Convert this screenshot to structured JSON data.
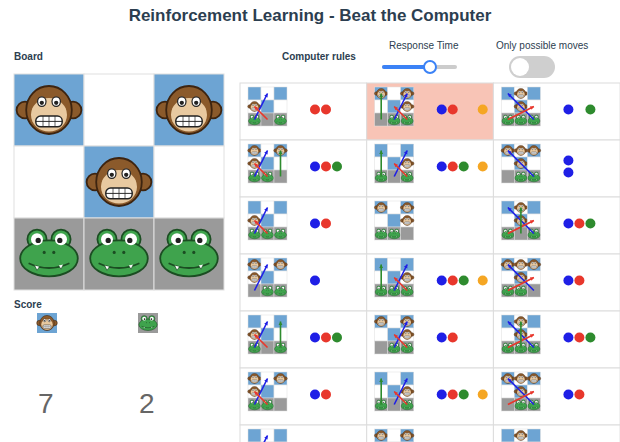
{
  "diagram": {
    "title": "Reinforcement Learning - Beat the Computer",
    "labels": [
      "Board",
      "Computer rules",
      "Response Time",
      "Only possible moves",
      "Score",
      "7",
      "2"
    ]
  }
}
